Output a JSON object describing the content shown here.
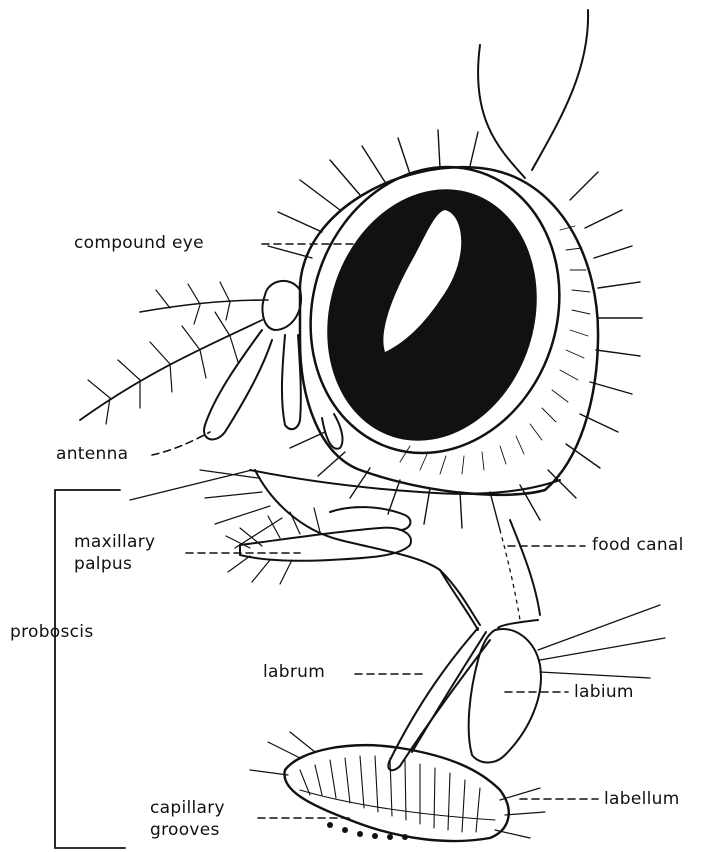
{
  "labels": {
    "compound_eye": "compound eye",
    "antenna": "antenna",
    "maxillary_palpus_1": "maxillary",
    "maxillary_palpus_2": "palpus",
    "proboscis": "proboscis",
    "labrum": "labrum",
    "capillary_grooves_1": "capillary",
    "capillary_grooves_2": "grooves",
    "food_canal": "food canal",
    "labium": "labium",
    "labellum": "labellum"
  },
  "colors": {
    "ink": "#111111",
    "paper": "#ffffff"
  }
}
